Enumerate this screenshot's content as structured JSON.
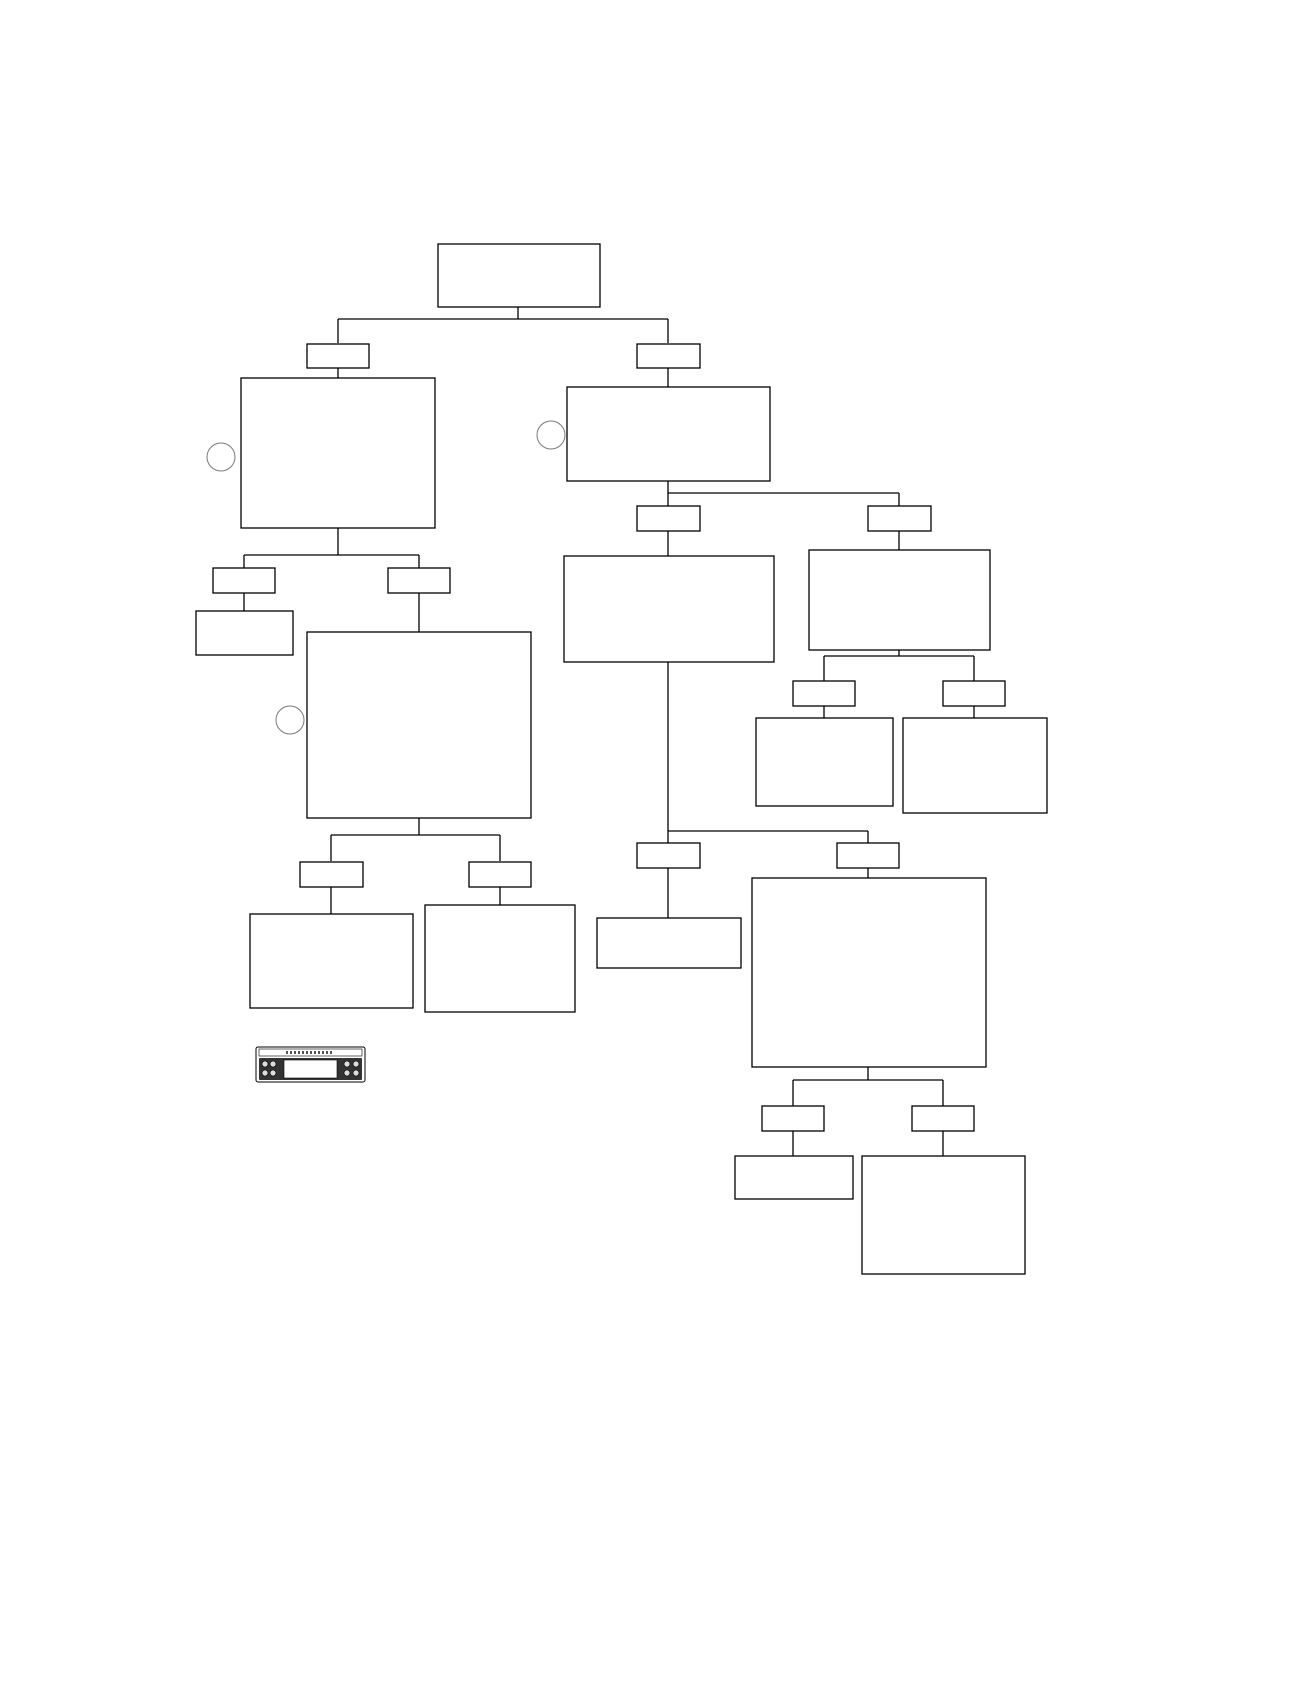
{
  "diagram": {
    "type": "flowchart",
    "nodes": [
      {
        "id": "start",
        "text": ""
      },
      {
        "id": "check-a",
        "text": ""
      },
      {
        "id": "check-b",
        "text": ""
      },
      {
        "id": "result-a1",
        "text": ""
      },
      {
        "id": "check-a2",
        "text": ""
      },
      {
        "id": "result-a2-left",
        "text": ""
      },
      {
        "id": "result-a2-right",
        "text": ""
      },
      {
        "id": "check-b1",
        "text": ""
      },
      {
        "id": "check-b2",
        "text": ""
      },
      {
        "id": "result-b2-left",
        "text": ""
      },
      {
        "id": "result-b2-right",
        "text": ""
      },
      {
        "id": "result-b1-left",
        "text": ""
      },
      {
        "id": "check-b3",
        "text": ""
      },
      {
        "id": "result-b3-left",
        "text": ""
      },
      {
        "id": "result-b3-right",
        "text": ""
      }
    ],
    "branch_labels": [
      {
        "id": "label-1",
        "text": ""
      },
      {
        "id": "label-2",
        "text": ""
      },
      {
        "id": "label-3",
        "text": ""
      },
      {
        "id": "label-4",
        "text": ""
      },
      {
        "id": "label-5",
        "text": ""
      },
      {
        "id": "label-6",
        "text": ""
      },
      {
        "id": "label-7",
        "text": ""
      },
      {
        "id": "label-8",
        "text": ""
      },
      {
        "id": "label-9",
        "text": ""
      },
      {
        "id": "label-10",
        "text": ""
      },
      {
        "id": "label-11",
        "text": ""
      },
      {
        "id": "label-12",
        "text": ""
      },
      {
        "id": "label-13",
        "text": ""
      },
      {
        "id": "label-14",
        "text": ""
      }
    ],
    "step_markers": [
      {
        "id": "marker-1",
        "text": ""
      },
      {
        "id": "marker-2",
        "text": ""
      },
      {
        "id": "marker-3",
        "text": ""
      }
    ],
    "device_image": {
      "icon": "car-radio-faceplate-icon"
    },
    "colors": {
      "line": "#000000",
      "background": "#ffffff",
      "marker": "#7a7a7a"
    }
  }
}
